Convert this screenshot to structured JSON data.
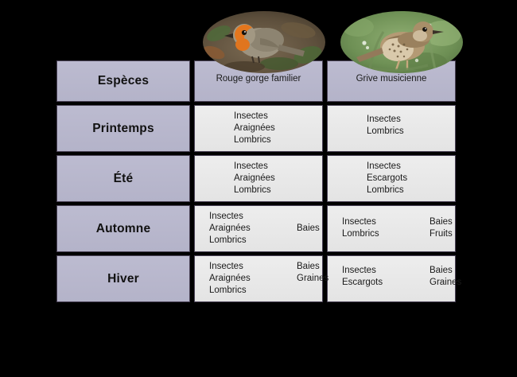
{
  "background_color": "#000000",
  "palette": {
    "label_cell": "#b9b8ce",
    "data_cell": "#e9e9e9",
    "cell_border": "#4a4256",
    "text": "#1a1a1a"
  },
  "table": {
    "header": {
      "row_label": "Espèces",
      "species": [
        {
          "name": "Rouge gorge familier",
          "photo": "robin-photo"
        },
        {
          "name": "Grive musicienne",
          "photo": "thrush-photo"
        }
      ]
    },
    "rows": [
      {
        "season": "Printemps",
        "cells": [
          {
            "animal": [
              "Insectes",
              "Araignées",
              "Lombrics"
            ],
            "plant": []
          },
          {
            "animal": [
              "Insectes",
              "Lombrics"
            ],
            "plant": []
          }
        ]
      },
      {
        "season": "Été",
        "cells": [
          {
            "animal": [
              "Insectes",
              "Araignées",
              "Lombrics"
            ],
            "plant": []
          },
          {
            "animal": [
              "Insectes",
              "Escargots",
              "Lombrics"
            ],
            "plant": []
          }
        ]
      },
      {
        "season": "Automne",
        "cells": [
          {
            "animal": [
              "Insectes",
              "Araignées",
              "Lombrics"
            ],
            "plant": [
              "",
              "Baies"
            ]
          },
          {
            "animal": [
              "Insectes",
              "Lombrics"
            ],
            "plant": [
              "Baies",
              "Fruits"
            ]
          }
        ]
      },
      {
        "season": "Hiver",
        "cells": [
          {
            "animal": [
              "Insectes",
              "Araignées",
              "Lombrics"
            ],
            "plant": [
              "Baies",
              "Graines"
            ]
          },
          {
            "animal": [
              "Insectes",
              "Escargots"
            ],
            "plant": [
              "Baies",
              "Graines"
            ]
          }
        ]
      }
    ]
  }
}
